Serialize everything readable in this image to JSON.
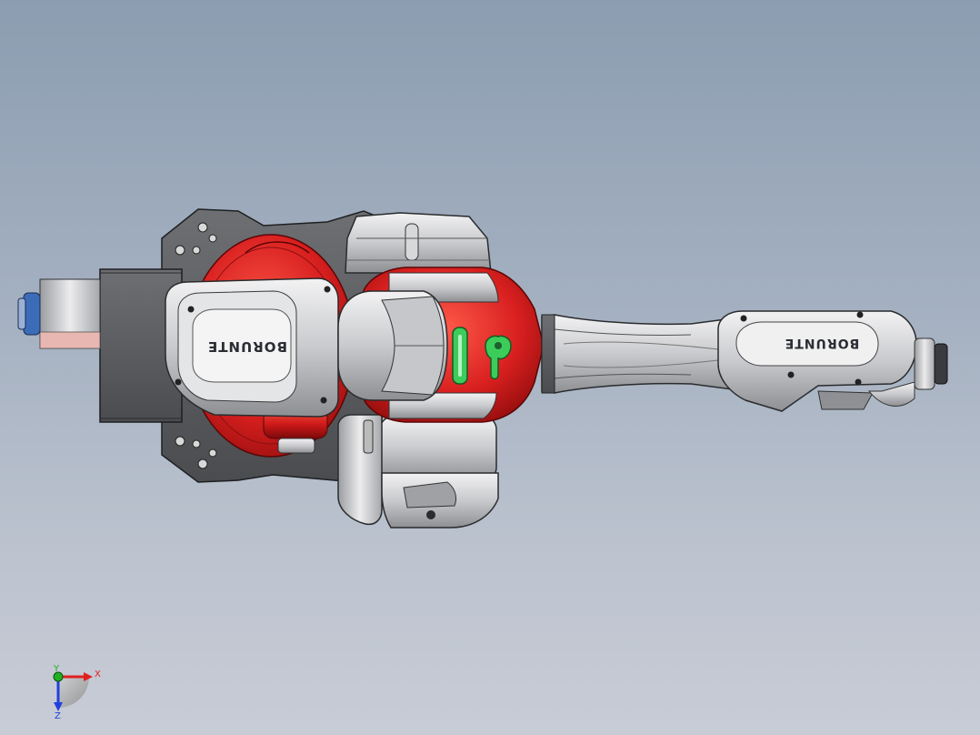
{
  "model": {
    "brand_logo": "BORUNTE",
    "colors": {
      "background_top": "#8c9db1",
      "background_bottom": "#c8ccd6",
      "red": "#d81f1f",
      "dark_red": "#8e0c0c",
      "silver": "#d9dadc",
      "dark_grey": "#5a5c5f",
      "green": "#3ccc5a"
    }
  },
  "triad": {
    "x_label": "X",
    "y_label": "Y",
    "z_label": "Z",
    "colors": {
      "x": "#e02020",
      "y": "#20b020",
      "z": "#2040e0"
    }
  }
}
